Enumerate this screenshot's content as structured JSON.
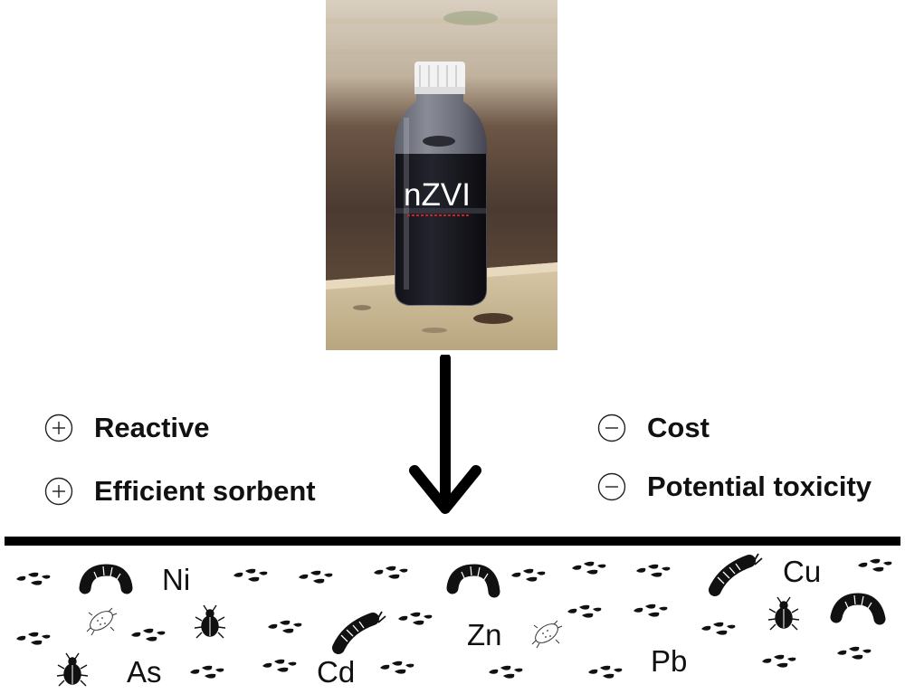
{
  "bottle": {
    "label": "nZVI"
  },
  "advantages": [
    {
      "sign": "+",
      "label": "Reactive"
    },
    {
      "sign": "+",
      "label": "Efficient sorbent"
    }
  ],
  "disadvantages": [
    {
      "sign": "−",
      "label": "Cost"
    },
    {
      "sign": "−",
      "label": "Potential toxicity"
    }
  ],
  "metals": [
    "Ni",
    "Cu",
    "Zn",
    "As",
    "Cd",
    "Pb"
  ],
  "icons": [
    "bottle-photo",
    "down-arrow-icon",
    "plus-circle-icon",
    "minus-circle-icon",
    "soil-particle-icon",
    "earthworm-icon",
    "caterpillar-icon",
    "beetle-icon",
    "bacterium-icon"
  ],
  "colors": {
    "ink": "#111111",
    "line": "#000000",
    "bottle_liquid": "#1a1a24",
    "cap": "#f2f2f2",
    "label_underline": "#d02020"
  }
}
